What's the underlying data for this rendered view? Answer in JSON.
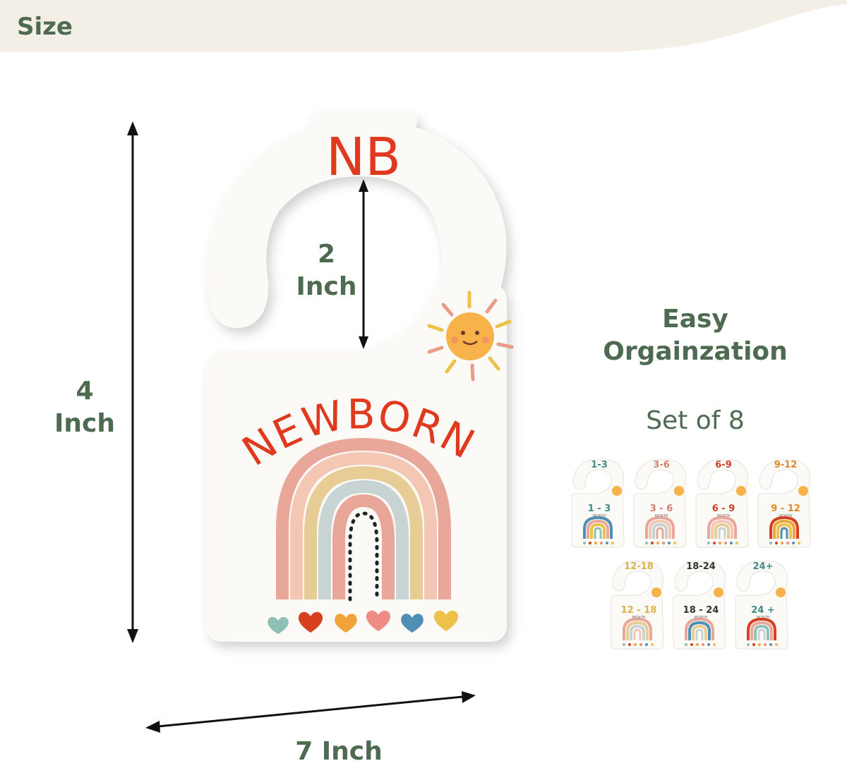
{
  "header": {
    "title": "Size"
  },
  "dimensions": {
    "height": {
      "value": "4",
      "unit": "Inch"
    },
    "width": {
      "value": "7 Inch"
    },
    "hole": {
      "value": "2",
      "unit": "Inch"
    }
  },
  "hanger": {
    "top_label": "NB",
    "main_label": "NEWBORN"
  },
  "side": {
    "title_line1": "Easy",
    "title_line2": "Orgainzation",
    "set_label": "Set of 8"
  },
  "mini_hangers": [
    {
      "top": "1-3",
      "mid": "1 - 3",
      "sub": "MONTH",
      "color": "#3f8c86"
    },
    {
      "top": "3-6",
      "mid": "3 - 6",
      "sub": "MONTH",
      "color": "#d2806e"
    },
    {
      "top": "6-9",
      "mid": "6 - 9",
      "sub": "MONTH",
      "color": "#c8452c"
    },
    {
      "top": "9-12",
      "mid": "9 - 12",
      "sub": "MONTH",
      "color": "#e08a2a"
    },
    {
      "top": "12-18",
      "mid": "12 - 18",
      "sub": "MONTH",
      "color": "#d9b24a"
    },
    {
      "top": "18-24",
      "mid": "18 - 24",
      "sub": "MONTH",
      "color": "#333333"
    },
    {
      "top": "24+",
      "mid": "24 +",
      "sub": "MONTH",
      "color": "#3f8c86"
    }
  ],
  "colors": {
    "accent_green": "#4e6a50",
    "banner": "#f3efe6",
    "nb_red": "#e03a1e",
    "card": "#fbfaf7"
  }
}
